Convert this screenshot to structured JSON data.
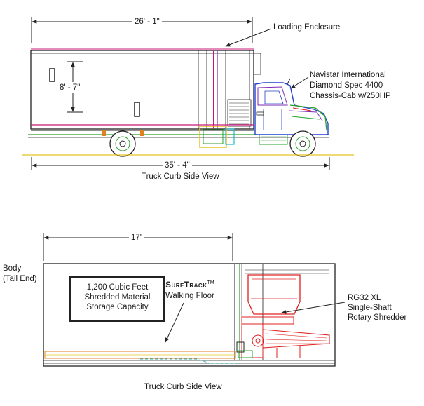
{
  "top_view": {
    "dim_body_length": "26' - 1\"",
    "dim_height": "8' - 7\"",
    "dim_total_length": "35' - 4\"",
    "loading_enclosure_label": "Loading Enclosure",
    "chassis_label": [
      "Navistar International",
      "Diamond Spec 4400",
      "Chassis-Cab w/250HP"
    ],
    "caption": "Truck Curb Side View"
  },
  "bottom_view": {
    "dim_floor_length": "17'",
    "body_label": [
      "Body",
      "(Tail End)"
    ],
    "capacity_label": [
      "1,200 Cubic Feet",
      "Shredded Material",
      "Storage Capacity"
    ],
    "walking_floor_brand": "SureTrack",
    "walking_floor_tm": "TM",
    "walking_floor_label": "Walking Floor",
    "shredder_label": [
      "RG32 XL",
      "Single-Shaft",
      "Rotary Shredder"
    ],
    "caption": "Truck Curb Side View"
  },
  "colors": {
    "line": "#222222",
    "magenta": "#c8187a",
    "red": "#e02020",
    "green": "#2aa02a",
    "blue": "#2040d0",
    "yellow": "#e8c420",
    "cyan": "#20b8c8",
    "orange": "#e08020",
    "purple": "#7a2ab8"
  }
}
